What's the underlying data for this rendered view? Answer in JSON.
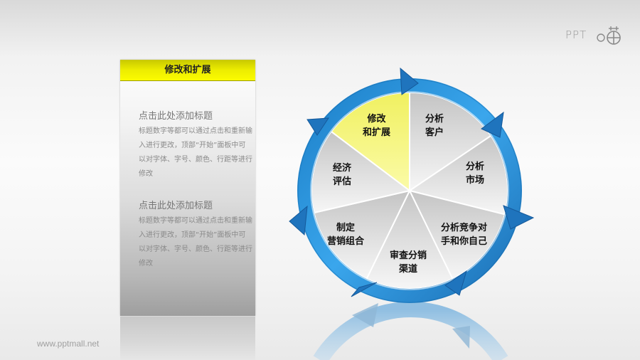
{
  "logo": {
    "text": "PPT",
    "icon": "ppt-mall-logo-icon"
  },
  "panel": {
    "header": "修改和扩展",
    "header_color": "#f2f200",
    "blocks": [
      {
        "title": "点击此处添加标题",
        "body": "标题数字等都可以通过点击和重新输入进行更改，顶部“开始”面板中可以对字体、字号、颜色、行距等进行修改"
      },
      {
        "title": "点击此处添加标题",
        "body": "标题数字等都可以通过点击和重新输入进行更改，顶部“开始”面板中可以对字体、字号、颜色、行距等进行修改"
      }
    ]
  },
  "watermark": "www.pptmall.net",
  "cycle": {
    "ring_color": "#2a8fd6",
    "highlight_color": "#f4f46a",
    "segments": [
      {
        "line1": "修改",
        "line2": "和扩展",
        "highlighted": true
      },
      {
        "line1": "分析",
        "line2": "客户",
        "highlighted": false
      },
      {
        "line1": "分析",
        "line2": "市场",
        "highlighted": false
      },
      {
        "line1": "分析竞争对",
        "line2": "手和你自己",
        "highlighted": false
      },
      {
        "line1": "审查分销",
        "line2": "渠道",
        "highlighted": false
      },
      {
        "line1": "制定",
        "line2": "营销组合",
        "highlighted": false
      },
      {
        "line1": "经济",
        "line2": "评估",
        "highlighted": false
      }
    ]
  }
}
